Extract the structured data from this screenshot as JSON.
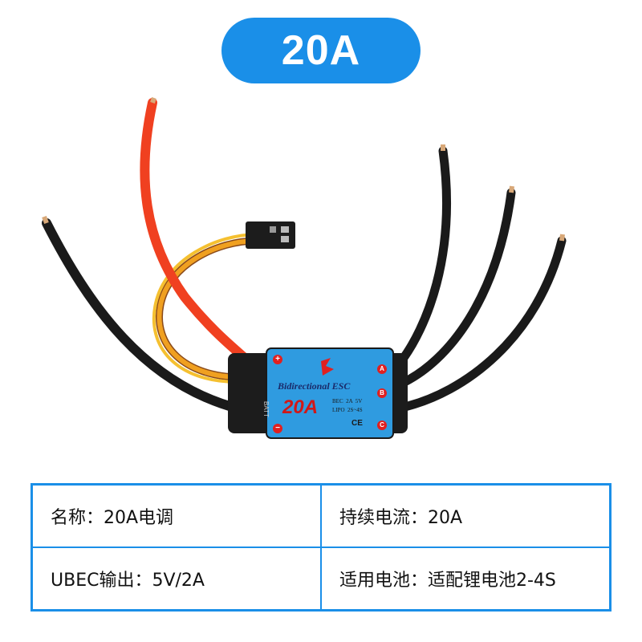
{
  "title": "20A",
  "esc_label": {
    "brand_text": "Bidirectional ESC",
    "rating": "20A",
    "bec_line": "BEC  2A  5V",
    "lipo_line": "LIPO  2S~4S",
    "batt_label": "BATT",
    "plus": "+",
    "minus": "−",
    "terminal_a": "A",
    "terminal_b": "B",
    "terminal_c": "C",
    "ce_mark": "CE"
  },
  "specs": {
    "name": "名称：20A电调",
    "current": "持续电流：20A",
    "ubec": "UBEC输出：5V/2A",
    "battery": "适用电池：适配锂电池2-4S"
  },
  "colors": {
    "accent": "#1a8fe8",
    "label_blue": "#2f9be0",
    "wire_red": "#f04020",
    "wire_black": "#1a1a1a",
    "signal_orange": "#f0a020"
  }
}
